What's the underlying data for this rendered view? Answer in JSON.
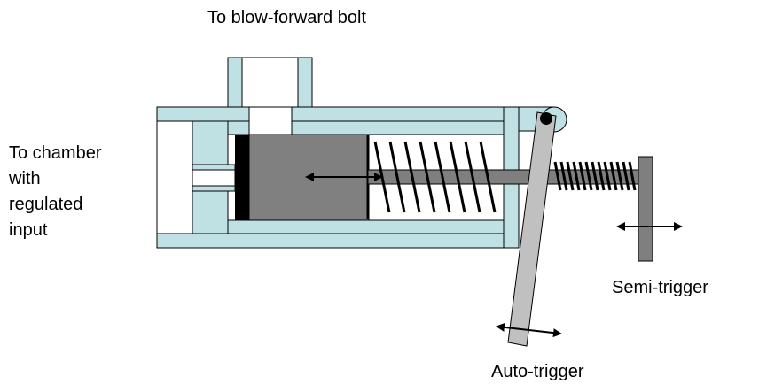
{
  "labels": {
    "top": "To blow-forward bolt",
    "left_lines": [
      "To chamber",
      "with",
      "regulated",
      "input"
    ],
    "semi": "Semi-trigger",
    "auto": "Auto-trigger"
  },
  "colors": {
    "housing": "#bfe1e3",
    "piston": "#808080",
    "rod": "#7f7f7f",
    "trigger_arm": "#c0c0c0",
    "seal": "#000000",
    "stroke": "#000000"
  }
}
